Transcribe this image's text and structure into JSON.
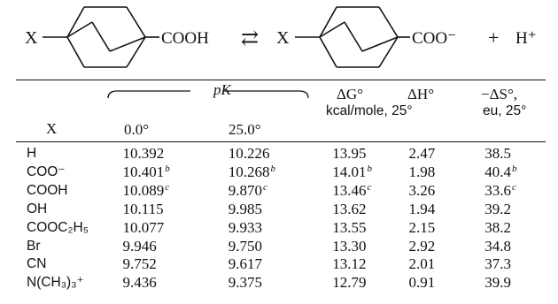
{
  "equation": {
    "substituent": "X",
    "left_group": "COOH",
    "equilibrium": "⇄",
    "right_group": "COO⁻",
    "plus": "+",
    "proton": "H⁺"
  },
  "header": {
    "x": "X",
    "pk": "pK",
    "t0": "0.0°",
    "t25": "25.0°",
    "dg_top": "ΔG°",
    "dh_top": "ΔH°",
    "ds_top": "−ΔS°,",
    "dg_bottom": "kcal/mole, 25°",
    "ds_bottom": "eu, 25°"
  },
  "rows": [
    {
      "x": "H",
      "pk0": "10.392",
      "pk0_note": "",
      "pk25": "10.226",
      "pk25_note": "",
      "dg": "13.95",
      "dg_note": "",
      "dh": "2.47",
      "ds": "38.5",
      "ds_note": ""
    },
    {
      "x": "COO⁻",
      "pk0": "10.401",
      "pk0_note": "b",
      "pk25": "10.268",
      "pk25_note": "b",
      "dg": "14.01",
      "dg_note": "b",
      "dh": "1.98",
      "ds": "40.4",
      "ds_note": "b"
    },
    {
      "x": "COOH",
      "pk0": "10.089",
      "pk0_note": "c",
      "pk25": "9.870",
      "pk25_note": "c",
      "dg": "13.46",
      "dg_note": "c",
      "dh": "3.26",
      "ds": "33.6",
      "ds_note": "c"
    },
    {
      "x": "OH",
      "pk0": "10.115",
      "pk0_note": "",
      "pk25": "9.985",
      "pk25_note": "",
      "dg": "13.62",
      "dg_note": "",
      "dh": "1.94",
      "ds": "39.2",
      "ds_note": ""
    },
    {
      "x": "COOC₂H₅",
      "pk0": "10.077",
      "pk0_note": "",
      "pk25": "9.933",
      "pk25_note": "",
      "dg": "13.55",
      "dg_note": "",
      "dh": "2.15",
      "ds": "38.2",
      "ds_note": ""
    },
    {
      "x": "Br",
      "pk0": "9.946",
      "pk0_note": "",
      "pk25": "9.750",
      "pk25_note": "",
      "dg": "13.30",
      "dg_note": "",
      "dh": "2.92",
      "ds": "34.8",
      "ds_note": ""
    },
    {
      "x": "CN",
      "pk0": "9.752",
      "pk0_note": "",
      "pk25": "9.617",
      "pk25_note": "",
      "dg": "13.12",
      "dg_note": "",
      "dh": "2.01",
      "ds": "37.3",
      "ds_note": ""
    },
    {
      "x": "N(CH₃)₃⁺",
      "pk0": "9.436",
      "pk0_note": "",
      "pk25": "9.375",
      "pk25_note": "",
      "dg": "12.79",
      "dg_note": "",
      "dh": "0.91",
      "ds": "39.9",
      "ds_note": ""
    }
  ]
}
